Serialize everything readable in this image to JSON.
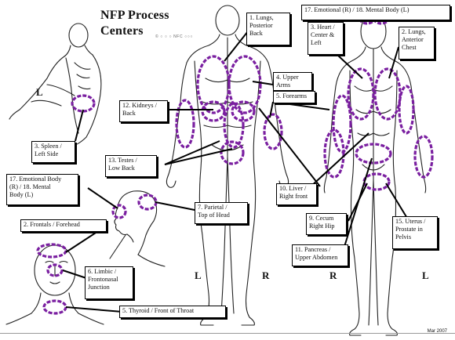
{
  "title": {
    "line1": "NFP Process",
    "line2": "Centers",
    "subtitle": "© ○ ○ ○ NFC ○○○"
  },
  "labels": [
    {
      "id": "lungs-posterior",
      "text": "1. Lungs,\nPosterior\nBack"
    },
    {
      "id": "emotional-mental-top",
      "text": "17. Emotional (R) / 18. Mental Body (L)"
    },
    {
      "id": "heart",
      "text": "3. Heart /\nCenter &\nLeft"
    },
    {
      "id": "lungs-anterior",
      "text": "2. Lungs,\nAnterior\nChest"
    },
    {
      "id": "upper-arms",
      "text": "4. Upper\nArms"
    },
    {
      "id": "forearms",
      "text": "5. Forearms"
    },
    {
      "id": "kidneys",
      "text": "12. Kidneys /\nBack"
    },
    {
      "id": "spleen",
      "text": "3. Spleen /\nLeft Side"
    },
    {
      "id": "testes",
      "text": "13. Testes /\nLow Back"
    },
    {
      "id": "liver",
      "text": "10. Liver /\nRight front"
    },
    {
      "id": "emotional-mental-left",
      "text": "17. Emotional Body\n(R) / 18. Mental\nBody (L)"
    },
    {
      "id": "parietal",
      "text": "7. Parietal /\nTop of Head"
    },
    {
      "id": "frontals",
      "text": "2. Frontals / Forehead"
    },
    {
      "id": "cecum",
      "text": "9. Cecum\nRight Hip"
    },
    {
      "id": "uterus",
      "text": "15. Uterus /\nProstate in\nPelvis"
    },
    {
      "id": "pancreas",
      "text": "11. Pancreas /\nUpper Abdomen"
    },
    {
      "id": "limbic",
      "text": "6. Limbic /\nFrontonasal\nJunction"
    },
    {
      "id": "thyroid",
      "text": "5. Thyroid / Front of Throat"
    }
  ],
  "sides": [
    {
      "id": "side-left-top",
      "text": "L"
    },
    {
      "id": "side-back-left",
      "text": "L"
    },
    {
      "id": "side-back-right",
      "text": "R"
    },
    {
      "id": "side-front-right",
      "text": "R"
    },
    {
      "id": "side-front-left",
      "text": "L"
    }
  ],
  "date": "Mar 2007",
  "colors": {
    "marker": "#7a1fa0",
    "ink": "#111111"
  }
}
